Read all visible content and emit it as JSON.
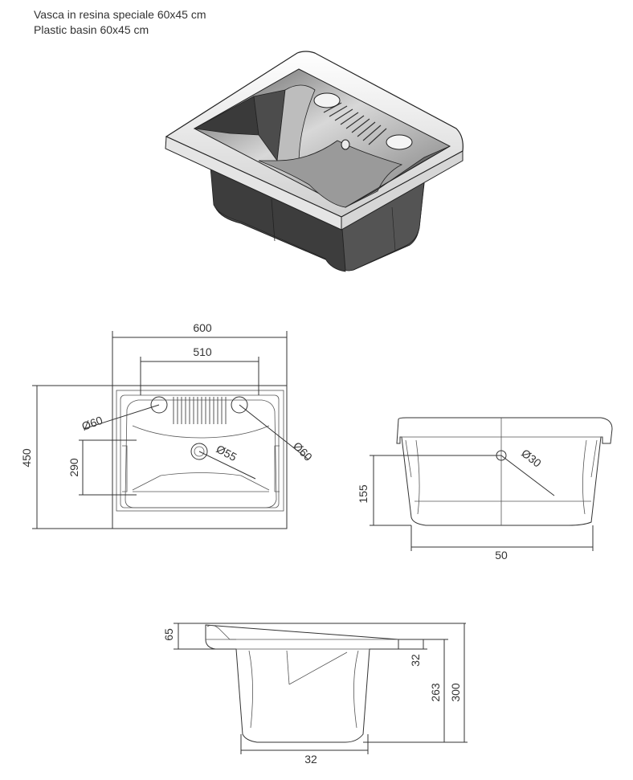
{
  "header": {
    "title_it": "Vasca in resina speciale 60x45 cm",
    "title_en": "Plastic basin 60x45 cm"
  },
  "top_view": {
    "width_outer": "600",
    "width_inner": "510",
    "depth": "450",
    "inner_depth": "290",
    "hole_left": "60",
    "hole_right": "60",
    "drain": "55"
  },
  "front_view": {
    "height": "155",
    "overflow_hole": "30",
    "bottom_width": "50"
  },
  "side_view": {
    "rim_height": "65",
    "rim_thickness": "32",
    "basin_depth": "263",
    "total_height": "300",
    "bottom_width": "32"
  },
  "colors": {
    "line": "#333333",
    "render_dark": "#3a3a3a",
    "render_mid": "#6b6b6b",
    "render_light": "#e8e8e8"
  }
}
